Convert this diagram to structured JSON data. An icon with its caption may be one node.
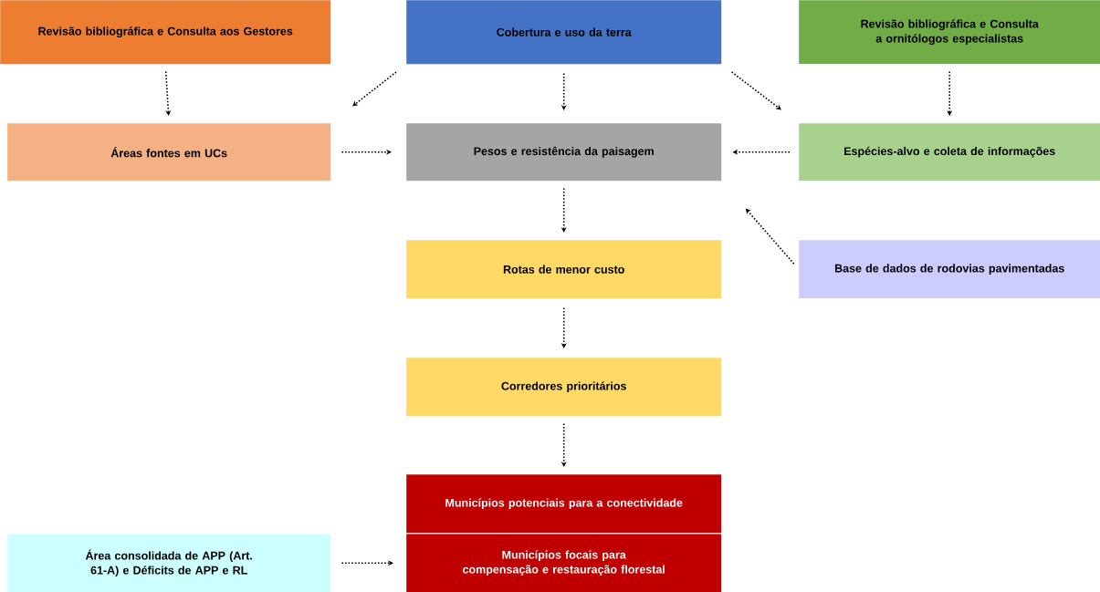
{
  "diagram": {
    "nodes": [
      {
        "text": [
          "Revisão bibliográfica e Consulta aos Gestores"
        ]
      },
      {
        "text": [
          "Cobertura e uso da terra"
        ]
      },
      {
        "text": [
          "Revisão bibliográfica e Consulta a ornitólogos especialistas"
        ]
      },
      {
        "text": [
          "Áreas fontes em UCs"
        ]
      },
      {
        "text": [
          "Pesos e resistência da paisagem"
        ]
      },
      {
        "text": [
          "Espécies-alvo e coleta de informações"
        ]
      },
      {
        "text": [
          "Rotas de menor custo"
        ]
      },
      {
        "text": [
          "Base de dados de rodovias pavimentadas"
        ]
      },
      {
        "text": [
          "Corredores prioritários"
        ]
      },
      {
        "text": [
          "Municípios potenciais para a conectividade"
        ]
      },
      {
        "text": [
          "Área consolidada de APP (Art. 61-A) e Déficits de APP e RL"
        ]
      },
      {
        "text": [
          "Municípios focais para compensação e restauração florestal"
        ]
      }
    ],
    "edges": [
      {
        "from": 0,
        "to": 3,
        "arrow": "to"
      },
      {
        "from": 1,
        "to": 3,
        "arrow": "to"
      },
      {
        "from": 1,
        "to": 4,
        "arrow": "to"
      },
      {
        "from": 1,
        "to": 5,
        "arrow": "to"
      },
      {
        "from": 2,
        "to": 5,
        "arrow": "to"
      },
      {
        "from": 3,
        "to": 4,
        "arrow": "to"
      },
      {
        "from": 5,
        "to": 4,
        "arrow": "to"
      },
      {
        "from": 4,
        "to": 6,
        "arrow": "to"
      },
      {
        "from": 7,
        "to": 4,
        "arrow": "to"
      },
      {
        "from": 6,
        "to": 8,
        "arrow": "to"
      },
      {
        "from": 8,
        "to": 9,
        "arrow": "to"
      },
      {
        "from": 10,
        "to": 11,
        "arrow": "to"
      }
    ]
  }
}
